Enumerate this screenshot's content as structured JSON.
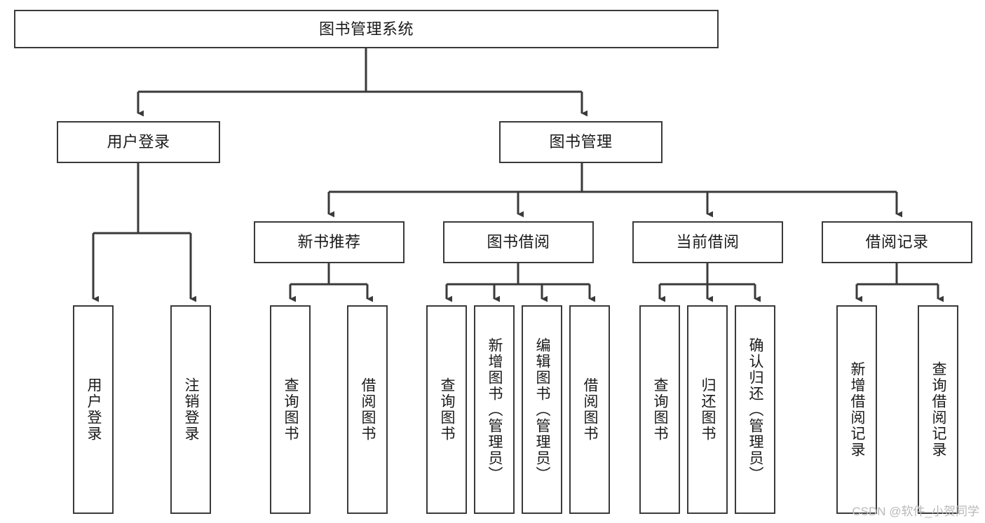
{
  "diagram": {
    "title": "图书管理系统",
    "type": "hierarchy-tree",
    "watermark": "CSDN @软件_小贺同学",
    "colors": {
      "box_border": "#3a3a3a",
      "box_fill": "#ffffff",
      "edge": "#3a3a3a",
      "text": "#1a1a1a",
      "watermark": "#b9b9b9"
    },
    "levels": {
      "root": {
        "label": "图书管理系统"
      },
      "level2": [
        {
          "label": "用户登录"
        },
        {
          "label": "图书管理"
        }
      ],
      "level3": [
        {
          "label": "新书推荐"
        },
        {
          "label": "图书借阅"
        },
        {
          "label": "当前借阅"
        },
        {
          "label": "借阅记录"
        }
      ],
      "leaves": {
        "user_login": [
          {
            "label": "用户登录"
          },
          {
            "label": "注销登录"
          }
        ],
        "new_book_recommend": [
          {
            "label": "查询图书"
          },
          {
            "label": "借阅图书"
          }
        ],
        "book_borrow": [
          {
            "label": "查询图书"
          },
          {
            "label": "新增图书（管理员）"
          },
          {
            "label": "编辑图书（管理员）"
          },
          {
            "label": "借阅图书"
          }
        ],
        "current_borrow": [
          {
            "label": "查询图书"
          },
          {
            "label": "归还图书"
          },
          {
            "label": "确认归还（管理员）"
          }
        ],
        "borrow_record": [
          {
            "label": "新增借阅记录"
          },
          {
            "label": "查询借阅记录"
          }
        ]
      }
    }
  }
}
